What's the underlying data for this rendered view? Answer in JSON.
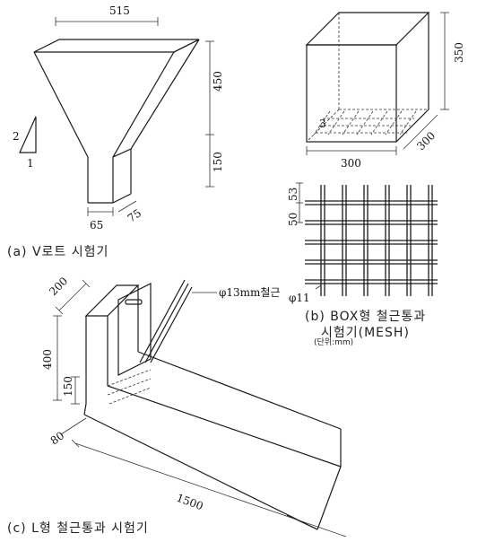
{
  "captions": {
    "v_funnel": "(a) V로트 시험기",
    "box_mesh_line1": "(b) BOX형 철근통과",
    "box_mesh_line2": "시험기(MESH)",
    "unit_note": "(단위:mm)",
    "l_box": "(c) L형 철근통과 시험기"
  },
  "v_funnel": {
    "top_width": "515",
    "upper_height": "450",
    "lower_height": "150",
    "outlet_width": "65",
    "outlet_depth": "75",
    "slope_rise": "2",
    "slope_run": "1"
  },
  "box": {
    "height": "350",
    "depth": "300",
    "width": "300",
    "mesh_offset": "3"
  },
  "mesh": {
    "pitch_top": "53",
    "pitch": "50",
    "bar_dia": "φ11"
  },
  "l_box": {
    "width": "200",
    "height": "400",
    "gate_height": "150",
    "channel_height": "80",
    "length": "1500",
    "bar_label": "φ13mm철근"
  }
}
